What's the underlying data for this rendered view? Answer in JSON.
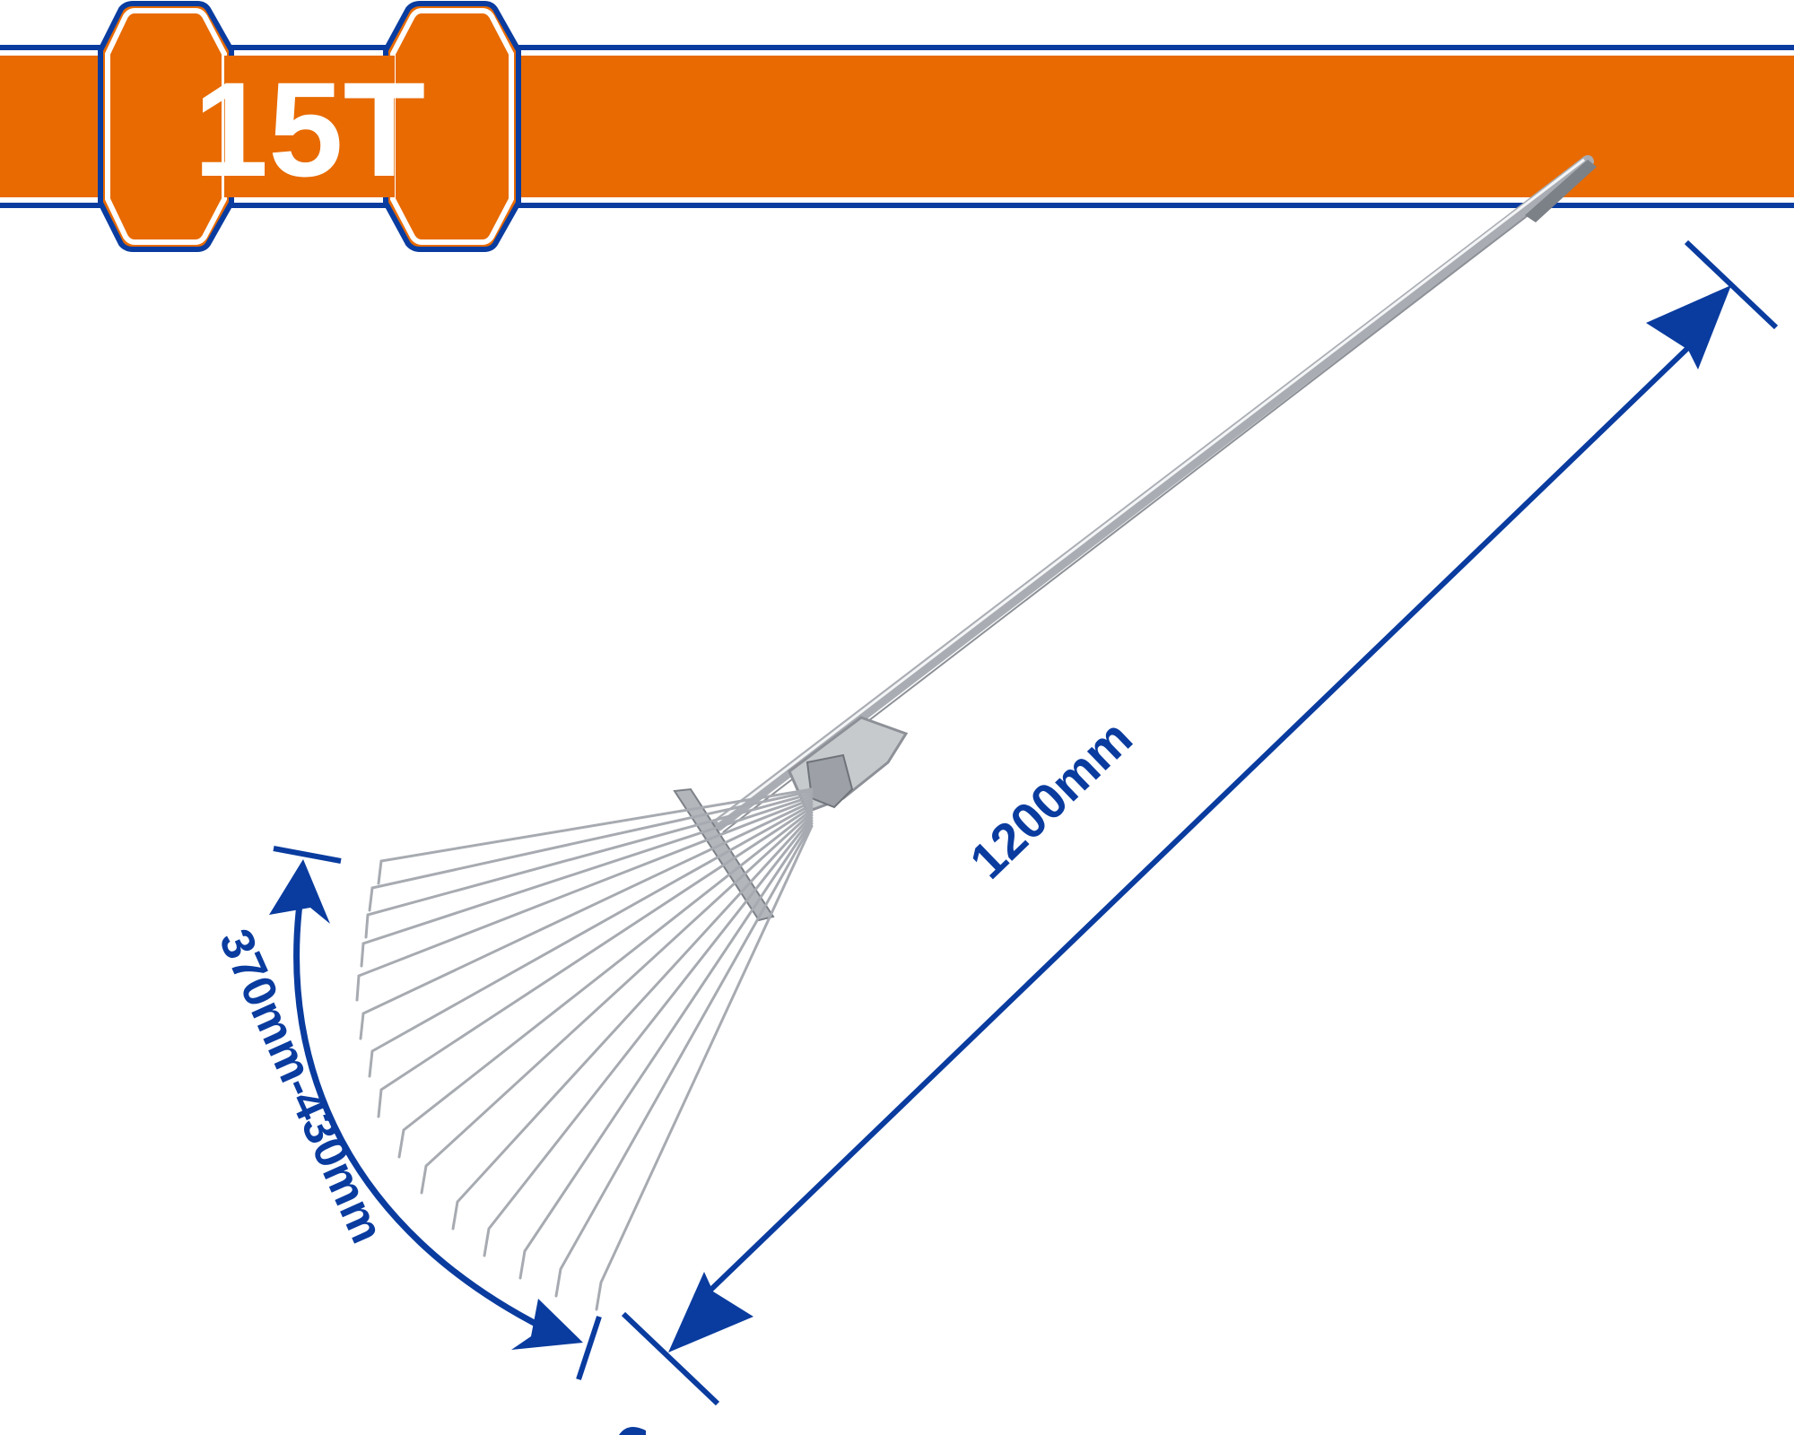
{
  "header": {
    "badge_text": "15T"
  },
  "dimensions": {
    "handle_length": "1200mm",
    "head_width": "370mm-430mm"
  },
  "colors": {
    "orange": "#E86A00",
    "blue": "#0A3C9F",
    "metal": "#B9BDC2",
    "white": "#FFFFFF"
  },
  "icons": {
    "product": "adjustable-leaf-rake-icon",
    "length_arrow": "double-arrow-icon",
    "width_arrow": "curved-double-arrow-icon"
  }
}
